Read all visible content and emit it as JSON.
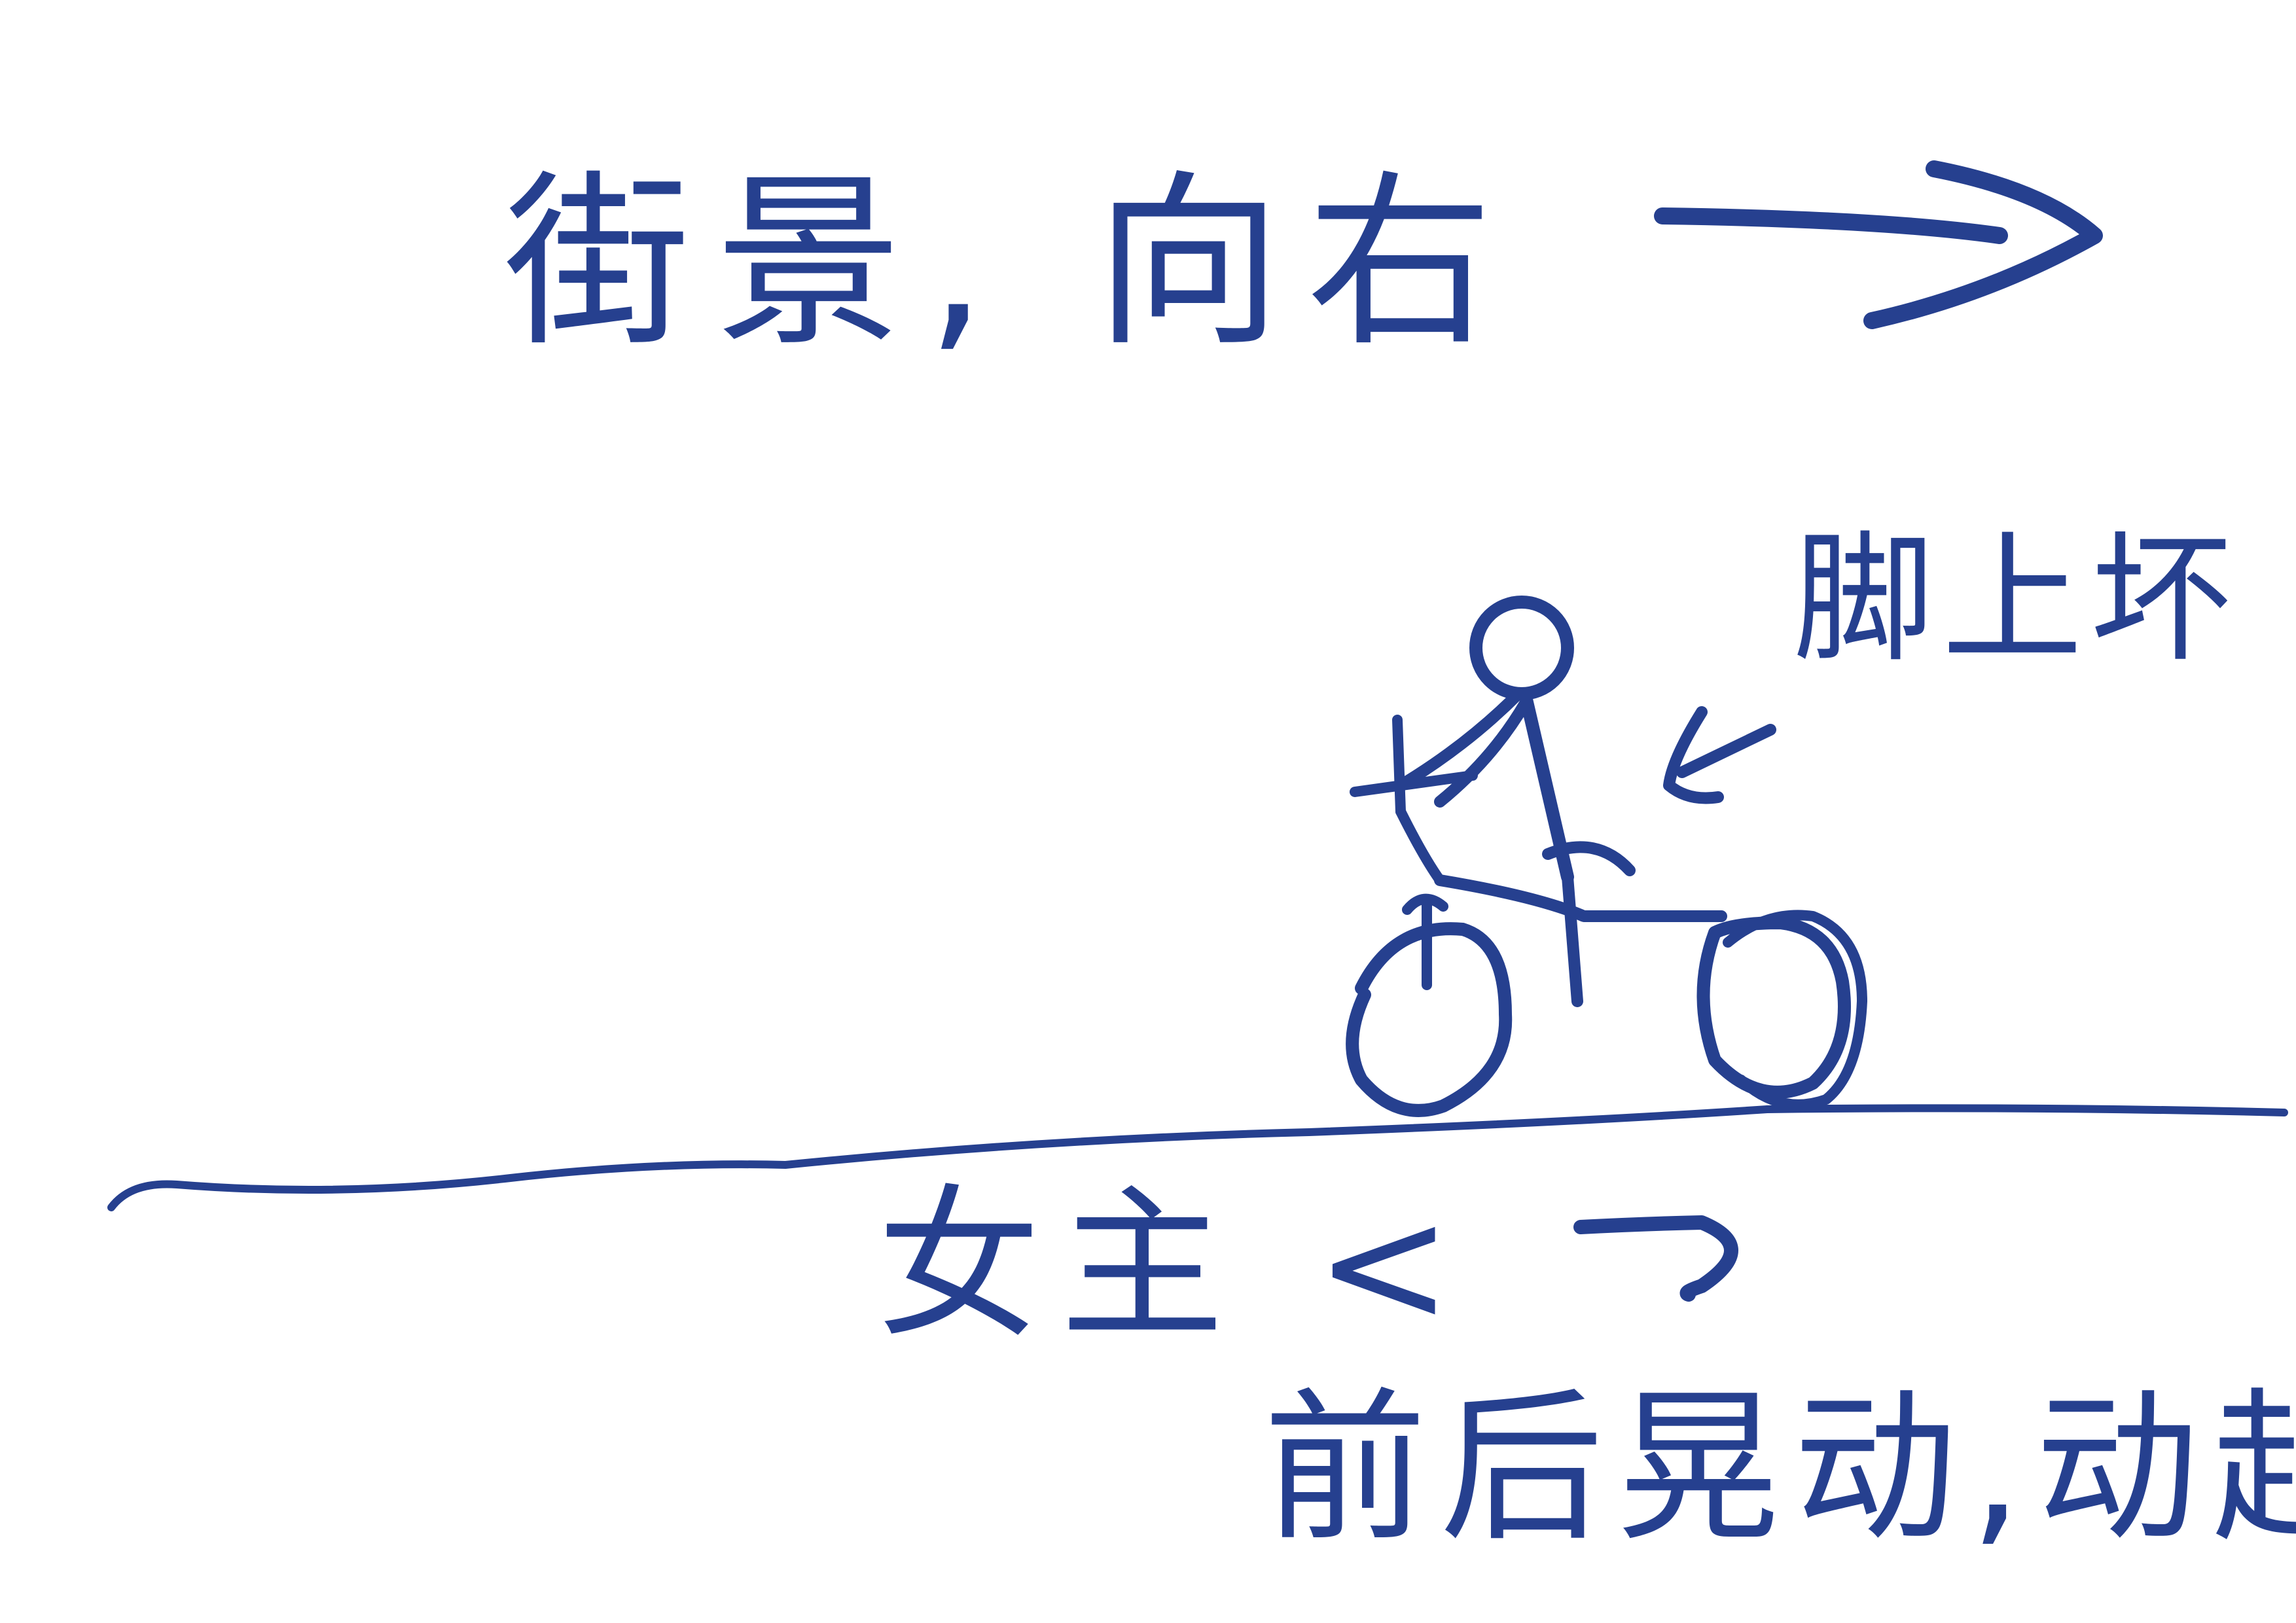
{
  "sketch": {
    "ink_color": "#26408f",
    "background_color": "#ffffff",
    "top_note": {
      "text": "街景, 向右"
    },
    "rider_note": {
      "text": "脚上坏"
    },
    "bottom_note": {
      "line1": "女主 <",
      "line2": "前后晃动,动起来"
    },
    "icons": {
      "right_arrow": "arrow-right",
      "left_arrow": "arrow-left",
      "rider": "person-on-bicycle"
    }
  }
}
